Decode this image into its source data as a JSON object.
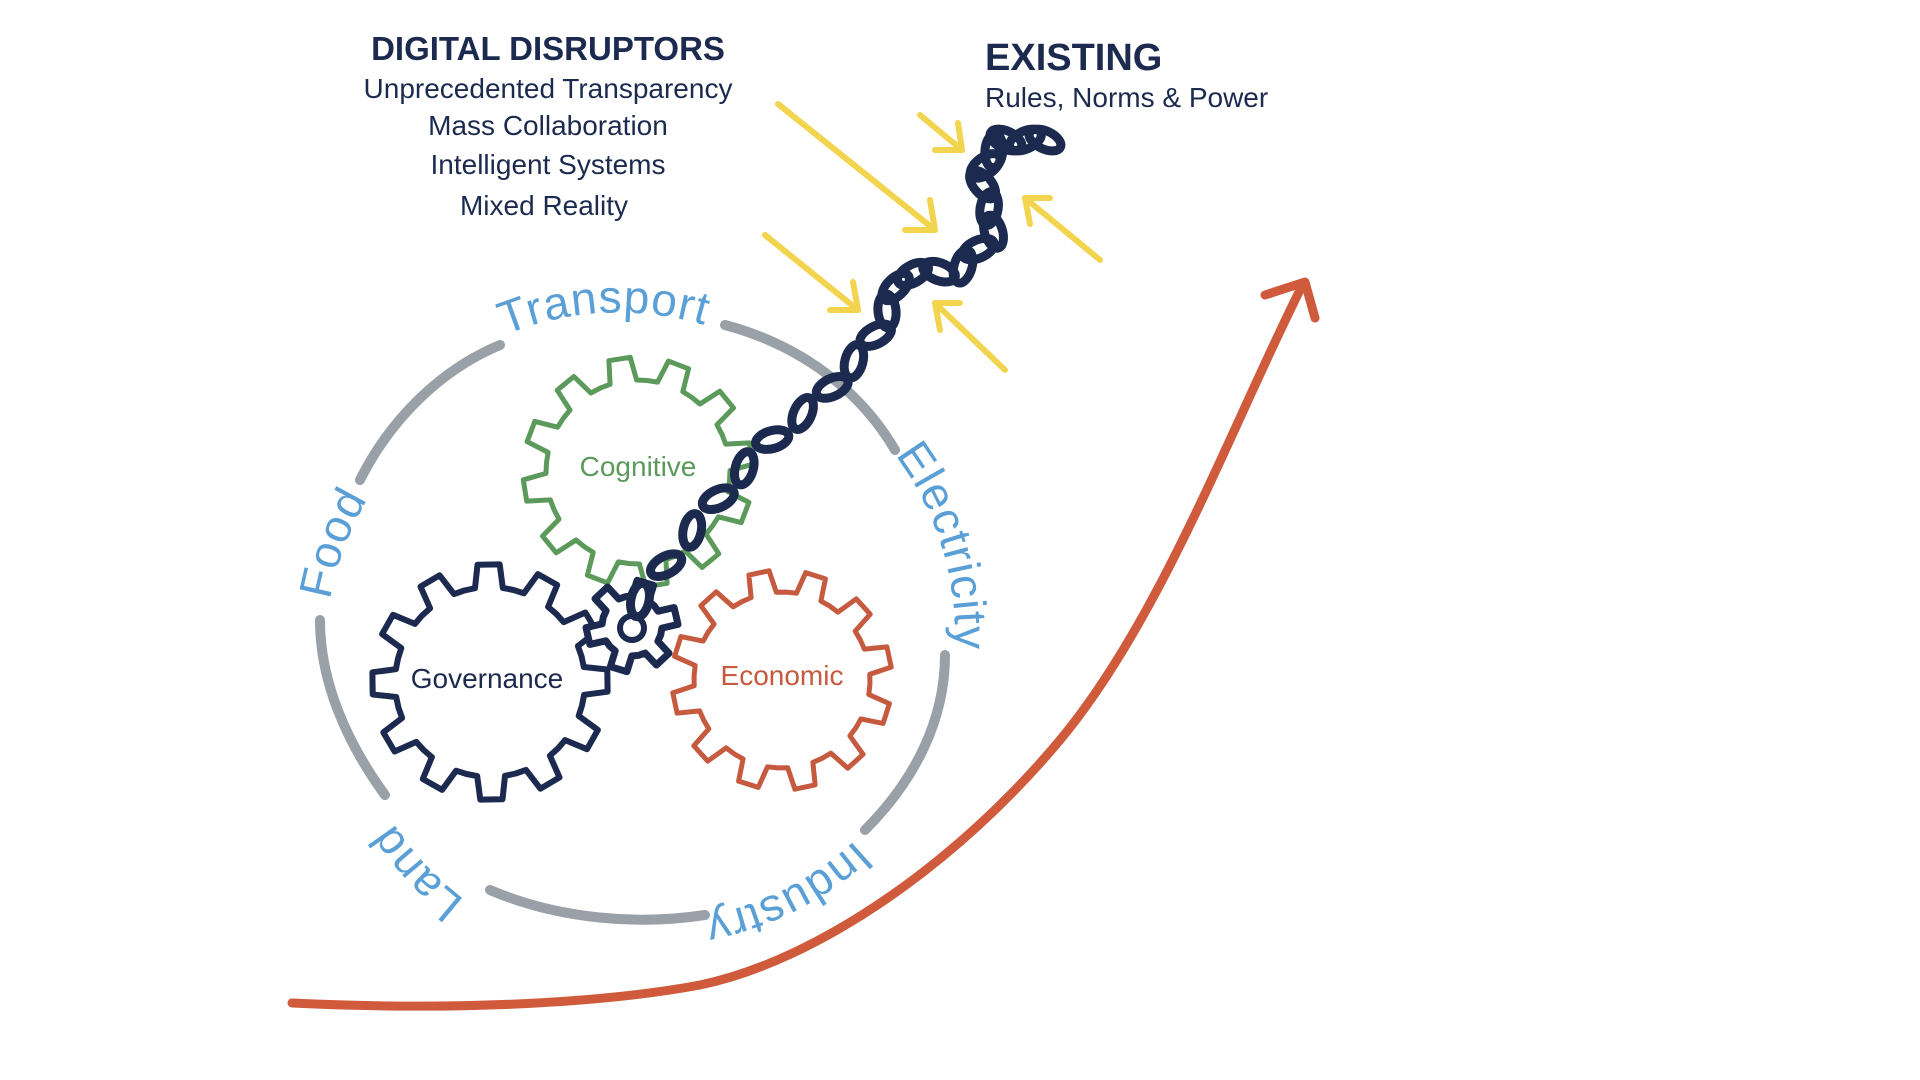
{
  "disruptors": {
    "title": "DIGITAL DISRUPTORS",
    "items": [
      "Unprecedented Transparency",
      "Mass Collaboration",
      "Intelligent Systems",
      "Mixed Reality"
    ]
  },
  "existing": {
    "title": "EXISTING",
    "subtitle": "Rules, Norms & Power"
  },
  "gears": {
    "cognitive": "Cognitive",
    "governance": "Governance",
    "economic": "Economic"
  },
  "ring_labels": {
    "transport": "Transport",
    "electricity": "Electricity",
    "industry": "Industry",
    "land": "Land",
    "food": "Food"
  },
  "colors": {
    "navy": "#1b2a4e",
    "green": "#5b9a5a",
    "red": "#c55a3f",
    "ring_gray": "#9aa0a8",
    "ring_text_blue": "#5aa0d6",
    "arrow_yellow": "#f2d44e",
    "curve_orange": "#d05a3c"
  }
}
